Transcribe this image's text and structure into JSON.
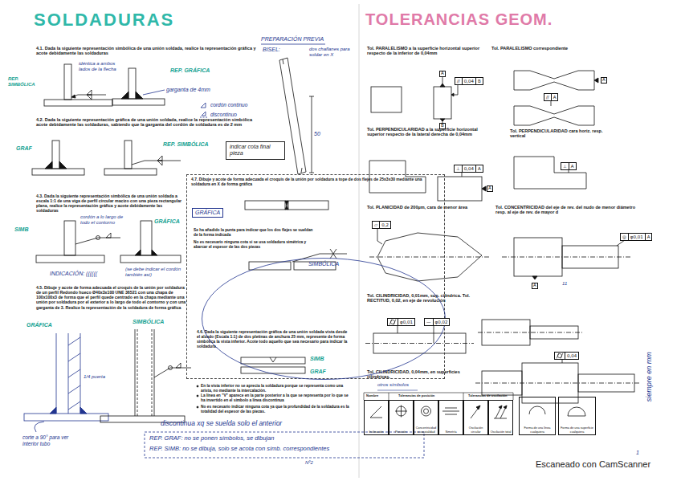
{
  "diagram": {
    "nodes": [
      {
        "text": [
          "4.7. Dibuje y acote de forma adecuada el croquis de la unión por soldadura a tope de dos flejes de 25x3x30 mediante una soldadura en X de forma gráfica"
        ]
      },
      {
        "text": [
          "GRÁFICA"
        ],
        "in": 0
      },
      {
        "text": [
          "SIMBÓLICA"
        ],
        "in": 0
      },
      {
        "text": [
          "indicar cota final pieza"
        ]
      },
      {
        "text": [
          "A"
        ]
      },
      {
        "text": [
          "//",
          "0,04",
          "B"
        ]
      },
      {
        "text": [
          "B"
        ]
      },
      {
        "text": [
          "A"
        ]
      },
      {
        "text": [
          "//",
          "A"
        ]
      },
      {
        "text": [
          "A"
        ]
      },
      {
        "text": [
          "⊥",
          "0,04",
          "A"
        ]
      },
      {
        "text": [
          "⊥",
          "A"
        ]
      },
      {
        "text": [
          "▱",
          "0,2"
        ]
      },
      {
        "text": [
          "◎",
          "φ0,01",
          "A"
        ]
      },
      {
        "text": [
          "A"
        ]
      },
      {
        "text": [
          "φ0,01"
        ]
      },
      {
        "text": [
          "—",
          "φ0,02"
        ]
      },
      {
        "text": [
          "0,04"
        ]
      },
      {
        "text": [
          "Inclinación"
        ]
      },
      {
        "text": [
          "Posición"
        ]
      },
      {
        "text": [
          "Concentricidad o coaxialidad"
        ]
      },
      {
        "text": [
          "Simetría"
        ]
      },
      {
        "text": [
          "Oscilación circular"
        ]
      },
      {
        "text": [
          "Oscilación total"
        ]
      },
      {
        "text": [
          "Forma de una línea cualquiera"
        ]
      },
      {
        "text": [
          "Forma de una superficie cualquiera"
        ]
      }
    ],
    "labels": [
      "SOLDADURAS",
      "4.1. Dada la siguiente representación simbólica de una unión soldada, realice la representación gráfica y acote debidamente las soldaduras",
      "PREPARACIÓN PREVIA",
      "BISEL:",
      "dos chaflanes para soldar en X",
      "REP. SIMBÓLICA",
      "idéntica a ambos lados de la flecha",
      "REP. GRÁFICA",
      "garganta de 4mm",
      "cordón continuo",
      "discontinuo",
      "50",
      "4.2. Dada la siguiente representación gráfica de una unión soldada, realice la representación simbólica acote debidamente las soldaduras, sabiendo que la garganta del cordón de soldadura es de 2 mm",
      "GRAF",
      "REP. SIMBÓLICA",
      "4.3. Dada la siguiente representación simbólica de una unión soldada a escala 1:1 de una viga de perfil circular macizo con una pieza rectangular plana, realice la representación gráfica y acote debidamente las soldaduras",
      "SIMB",
      "cordón a lo largo de todo el contorno",
      "GRÁFICA",
      "Se ha añadido la punta para indicar que los dos flejes se sueldan de la forma indicada",
      "No es necesario ninguna cota si se usa soldadura simétrica y abarcar el espesor de las dos piezas",
      "INDICACIÓN: ((((((",
      "(se debe indicar el cordón también así)",
      "4.5. Dibuje y acote de forma adecuada el croquis de la unión por soldadura de un perfil Redondo hueco Ø40x3x100 UNE 36521 con una chapa de 100x100x3 de forma que el perfil quede centrado en la chapa mediante una unión por soldadura por el exterior a lo largo de todo el contorno y con una garganta de 3. Realice la representación de la soldadura de forma gráfica",
      "GRÁFICA",
      "SIMBÓLICA",
      "4.6. Dada la siguiente representación gráfica de una unión soldada vista desde el alzado (Escala 1:1) de dos pletinas de anchura 25 mm, represente de forma simbólica la vista inferior. Acote todo aquello que sea necesario para indicar la soldadura.",
      "SIMB",
      "GRAF",
      "En la vista inferior no se aprecia la soldadura porque se representa como una arista, no mediante la intercalación.",
      "La línea en \"V\" aparece en la parte posterior a la que se representa por lo que se ha invertido en el símbolo a línea discontinua",
      "No es necesario indicar ninguna cota ya que la profundidad de la soldadura es la totalidad del espesor de las piezas.",
      "1/4 puerta",
      "corte a 90° para ver interior tubo",
      "discontinua xq se suelda solo el anterior",
      "REP. GRAF: no se ponen símbolos, se dibujan",
      "REP. SIMB: no se dibuja, solo se acota con símb. correspondientes",
      "Nº2",
      "TOLERANCIAS GEOM.",
      "Tol. PARALELISMO a la superficie horizontal superior respecto de la inferior de 0,04mm",
      "Tol. PARALELISMO correspondiente",
      "Tol. PERPENDICULARIDAD a la superficie horizontal superior respecto de la lateral derecha de 0,04mm",
      "Tol. PERPENDICULARIDAD cara horiz. resp. vertical",
      "Tol. PLANICIDAD de 200µm, cara de menor área",
      "Tol. CONCENTRICIDAD del eje de rev. del nudo de menor diámetro resp. al eje de rev. de mayor d",
      "Tol. CILINDRICIDAD, 0,01mm, sup. cilíndrica. Tol. RECTITUD, 0,02, en eje de revolución",
      "Tol. CILINDRICIDAD, 0,04mm, en superficies cilíndricas.",
      "otros símbolos",
      "Nombre",
      "Tolerancias de posición",
      "Tolerancias de oscilación",
      "siempre en mm",
      "11",
      "1",
      "Escaneado con CamScanner"
    ]
  }
}
